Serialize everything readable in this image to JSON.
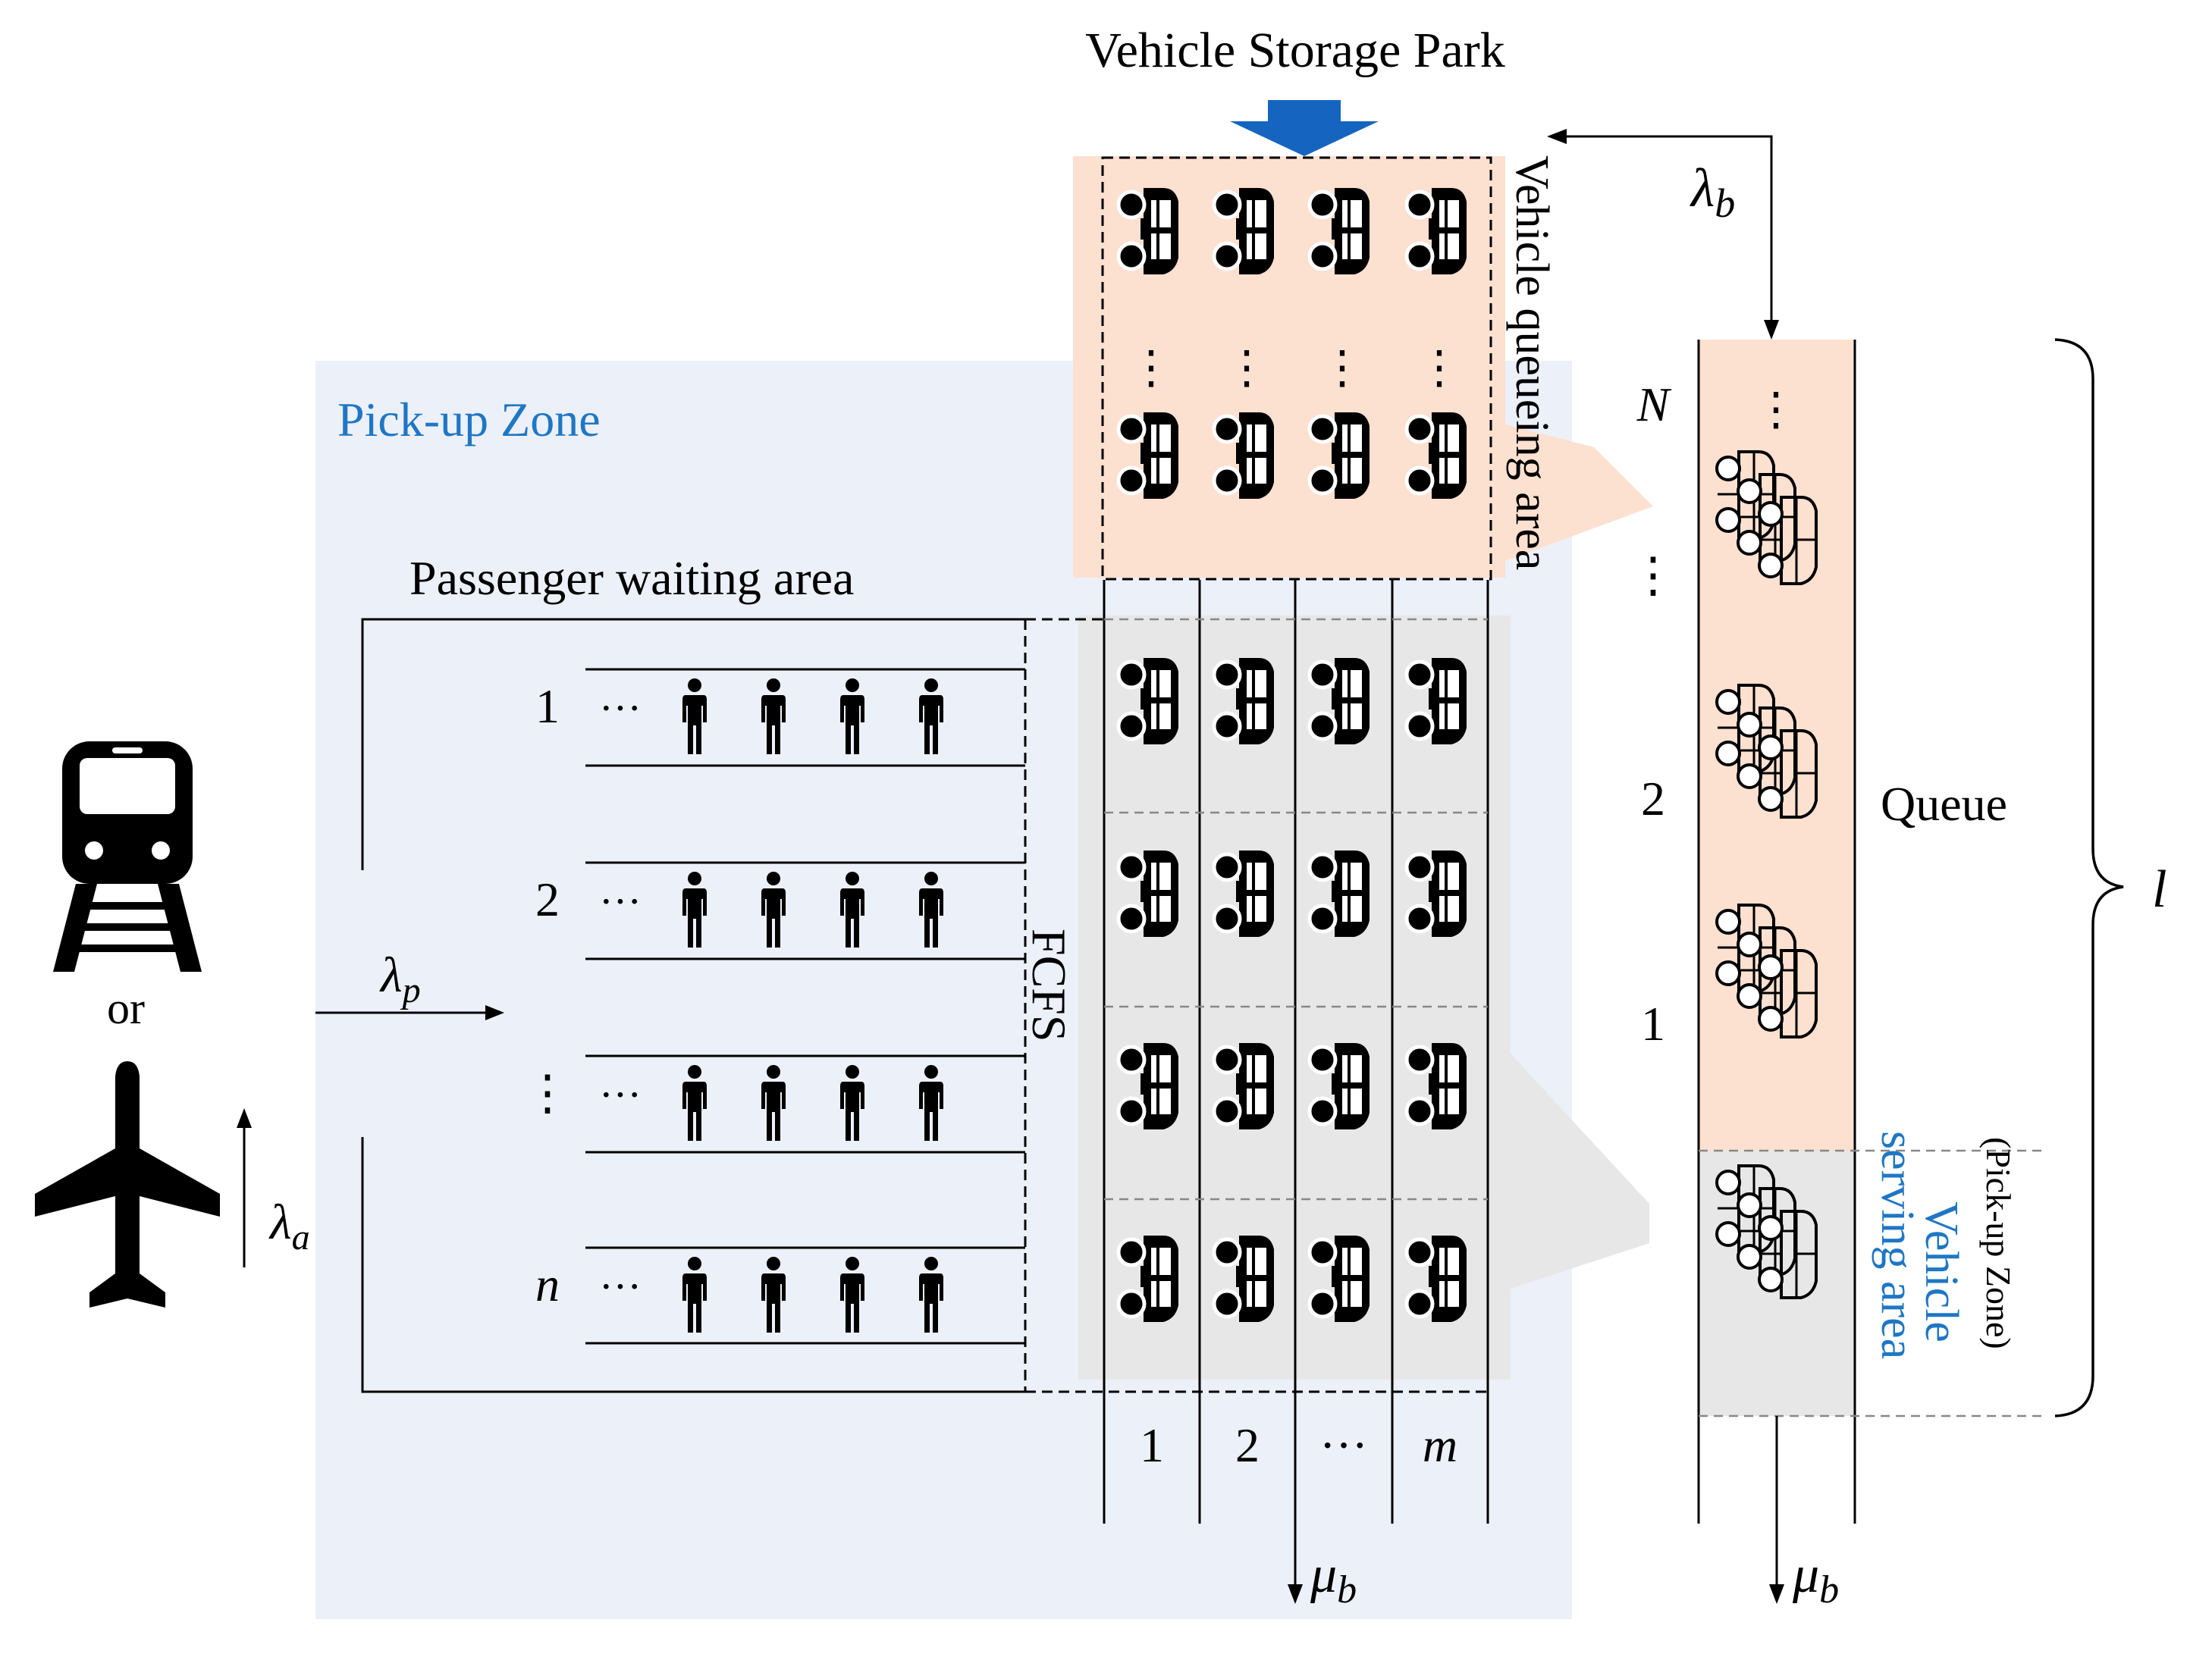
{
  "title": "Vehicle Storage Park",
  "pickup_zone_label": "Pick-up Zone",
  "passenger_area_label": "Passenger waiting area",
  "fcfs_label": "FCFS",
  "vehicle_queueing_label": "Vehicle queueing area",
  "queue_label": "Queue",
  "serving_label_line1": "Vehicle",
  "serving_label_line2": "serving area",
  "serving_note": "(Pick-up Zone)",
  "or_label": "or",
  "greek": {
    "lambda": "λ",
    "mu": "μ"
  },
  "lambda_b_sub": "b",
  "lambda_p_sub": "p",
  "lambda_a_sub": "a",
  "mu_b_sub": "b",
  "length_label": "l",
  "passenger_rows": [
    "1",
    "2",
    "⋮",
    "n"
  ],
  "ellipsis": "···",
  "column_labels": [
    "1",
    "2",
    "···",
    "m"
  ],
  "right_queue_labels": [
    "N",
    "⋮",
    "2",
    "1"
  ],
  "vdots": "⋮",
  "colors": {
    "pickup_zone_bg": "#ecf0f8",
    "queue_bg": "#fce0d0",
    "serving_bg": "#e7e7e7",
    "accent_blue": "#1f77c4",
    "arrow_blue": "#1565c0",
    "ink": "#000000"
  },
  "icons": [
    "train-icon",
    "airplane-icon",
    "car-icon",
    "person-icon"
  ]
}
